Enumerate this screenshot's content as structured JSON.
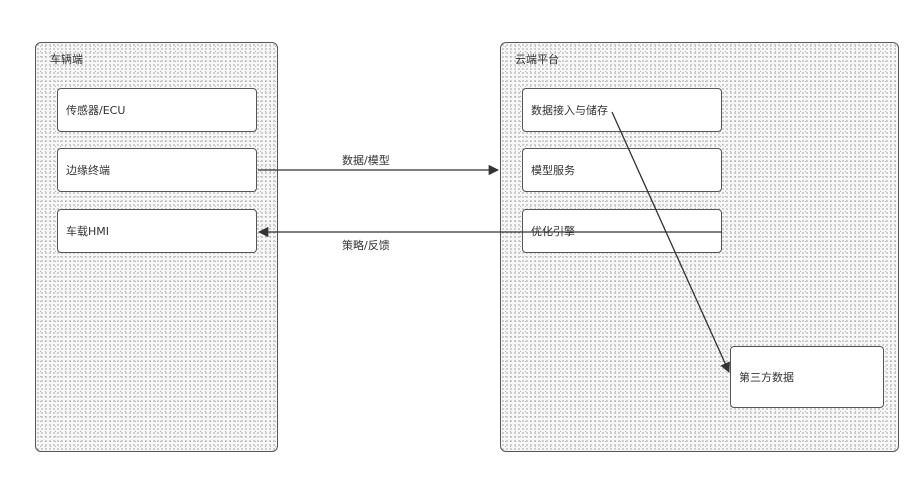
{
  "vehicle_panel": {
    "title": "车辆端",
    "nodes": [
      "传感器/ECU",
      "边缘终端",
      "车载HMI"
    ]
  },
  "cloud_panel": {
    "title": "云端平台",
    "nodes": [
      "数据接入与储存",
      "模型服务",
      "优化引擎"
    ]
  },
  "third_party": {
    "label": "第三方数据"
  },
  "edges": {
    "upload_label": "数据/模型",
    "download_label": "策略/反馈"
  },
  "colors": {
    "line": "#333333",
    "border": "#555555",
    "panel_fill": "#f7f7f7"
  }
}
